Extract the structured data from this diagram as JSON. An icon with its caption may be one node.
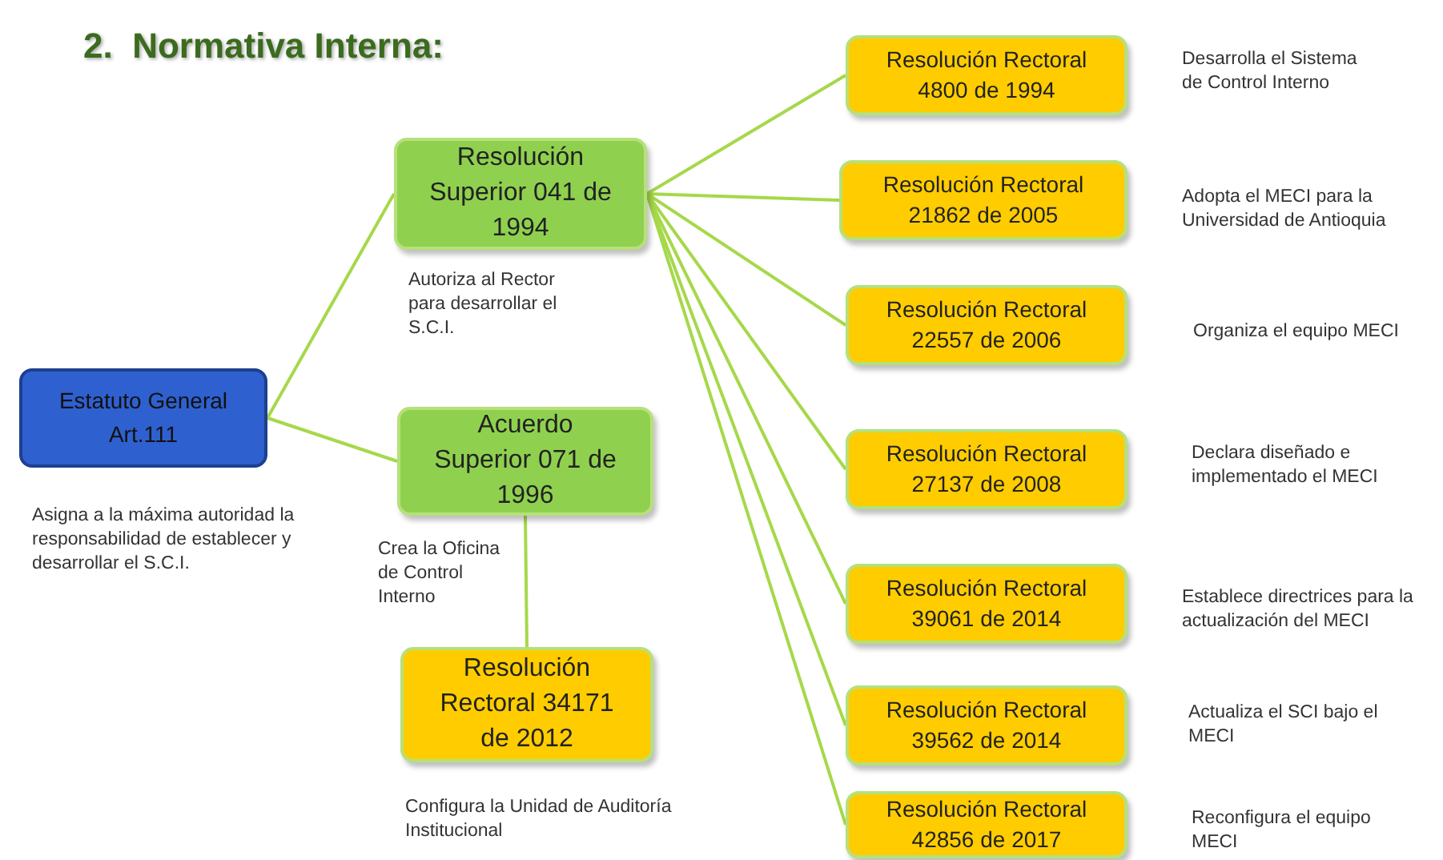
{
  "diagram": {
    "title": "2.  Normativa Interna:",
    "nodes": [
      {
        "text": [
          "Estatuto General Art.111"
        ],
        "beside": [
          "Asigna a la máxima autoridad la responsabilidad de establecer y desarrollar el S.C.I."
        ]
      },
      {
        "text": [
          "Resolución Superior 041 de 1994"
        ],
        "beside": [
          "Autoriza al Rector para desarrollar el S.C.I."
        ]
      },
      {
        "text": [
          "Acuerdo Superior 071 de 1996"
        ],
        "beside": [
          "Crea la Oficina de Control Interno"
        ]
      },
      {
        "text": [
          "Resolución Rectoral 34171 de 2012"
        ],
        "beside": [
          "Configura la Unidad de Auditoría Institucional"
        ]
      },
      {
        "text": [
          "Resolución Rectoral 4800 de 1994"
        ],
        "beside": [
          "Desarrolla el Sistema de Control Interno"
        ]
      },
      {
        "text": [
          "Resolución Rectoral 21862 de 2005"
        ],
        "beside": [
          "Adopta el MECI para la Universidad de Antioquia"
        ]
      },
      {
        "text": [
          "Resolución Rectoral 22557 de 2006"
        ],
        "beside": [
          "Organiza el  equipo MECI"
        ]
      },
      {
        "text": [
          "Resolución Rectoral 27137 de 2008"
        ],
        "beside": [
          "Declara diseñado e implementado el MECI"
        ]
      },
      {
        "text": [
          "Resolución Rectoral 39061 de 2014"
        ],
        "beside": [
          "Establece directrices para la actualización del MECI"
        ]
      },
      {
        "text": [
          "Resolución Rectoral 39562 de 2014"
        ],
        "beside": [
          "Actualiza el SCI bajo el MECI"
        ]
      },
      {
        "text": [
          "Resolución Rectoral 42856 de 2017"
        ],
        "beside": [
          "Reconfigura el equipo MECI"
        ]
      }
    ],
    "edges": [
      {
        "from": 0,
        "to": 1,
        "arrow": "none"
      },
      {
        "from": 0,
        "to": 2,
        "arrow": "none"
      },
      {
        "from": 2,
        "to": 3,
        "arrow": "none"
      },
      {
        "from": 1,
        "to": 4,
        "arrow": "none"
      },
      {
        "from": 1,
        "to": 5,
        "arrow": "none"
      },
      {
        "from": 1,
        "to": 6,
        "arrow": "none"
      },
      {
        "from": 1,
        "to": 7,
        "arrow": "none"
      },
      {
        "from": 1,
        "to": 8,
        "arrow": "none"
      },
      {
        "from": 1,
        "to": 9,
        "arrow": "none"
      },
      {
        "from": 1,
        "to": 10,
        "arrow": "none"
      }
    ]
  }
}
